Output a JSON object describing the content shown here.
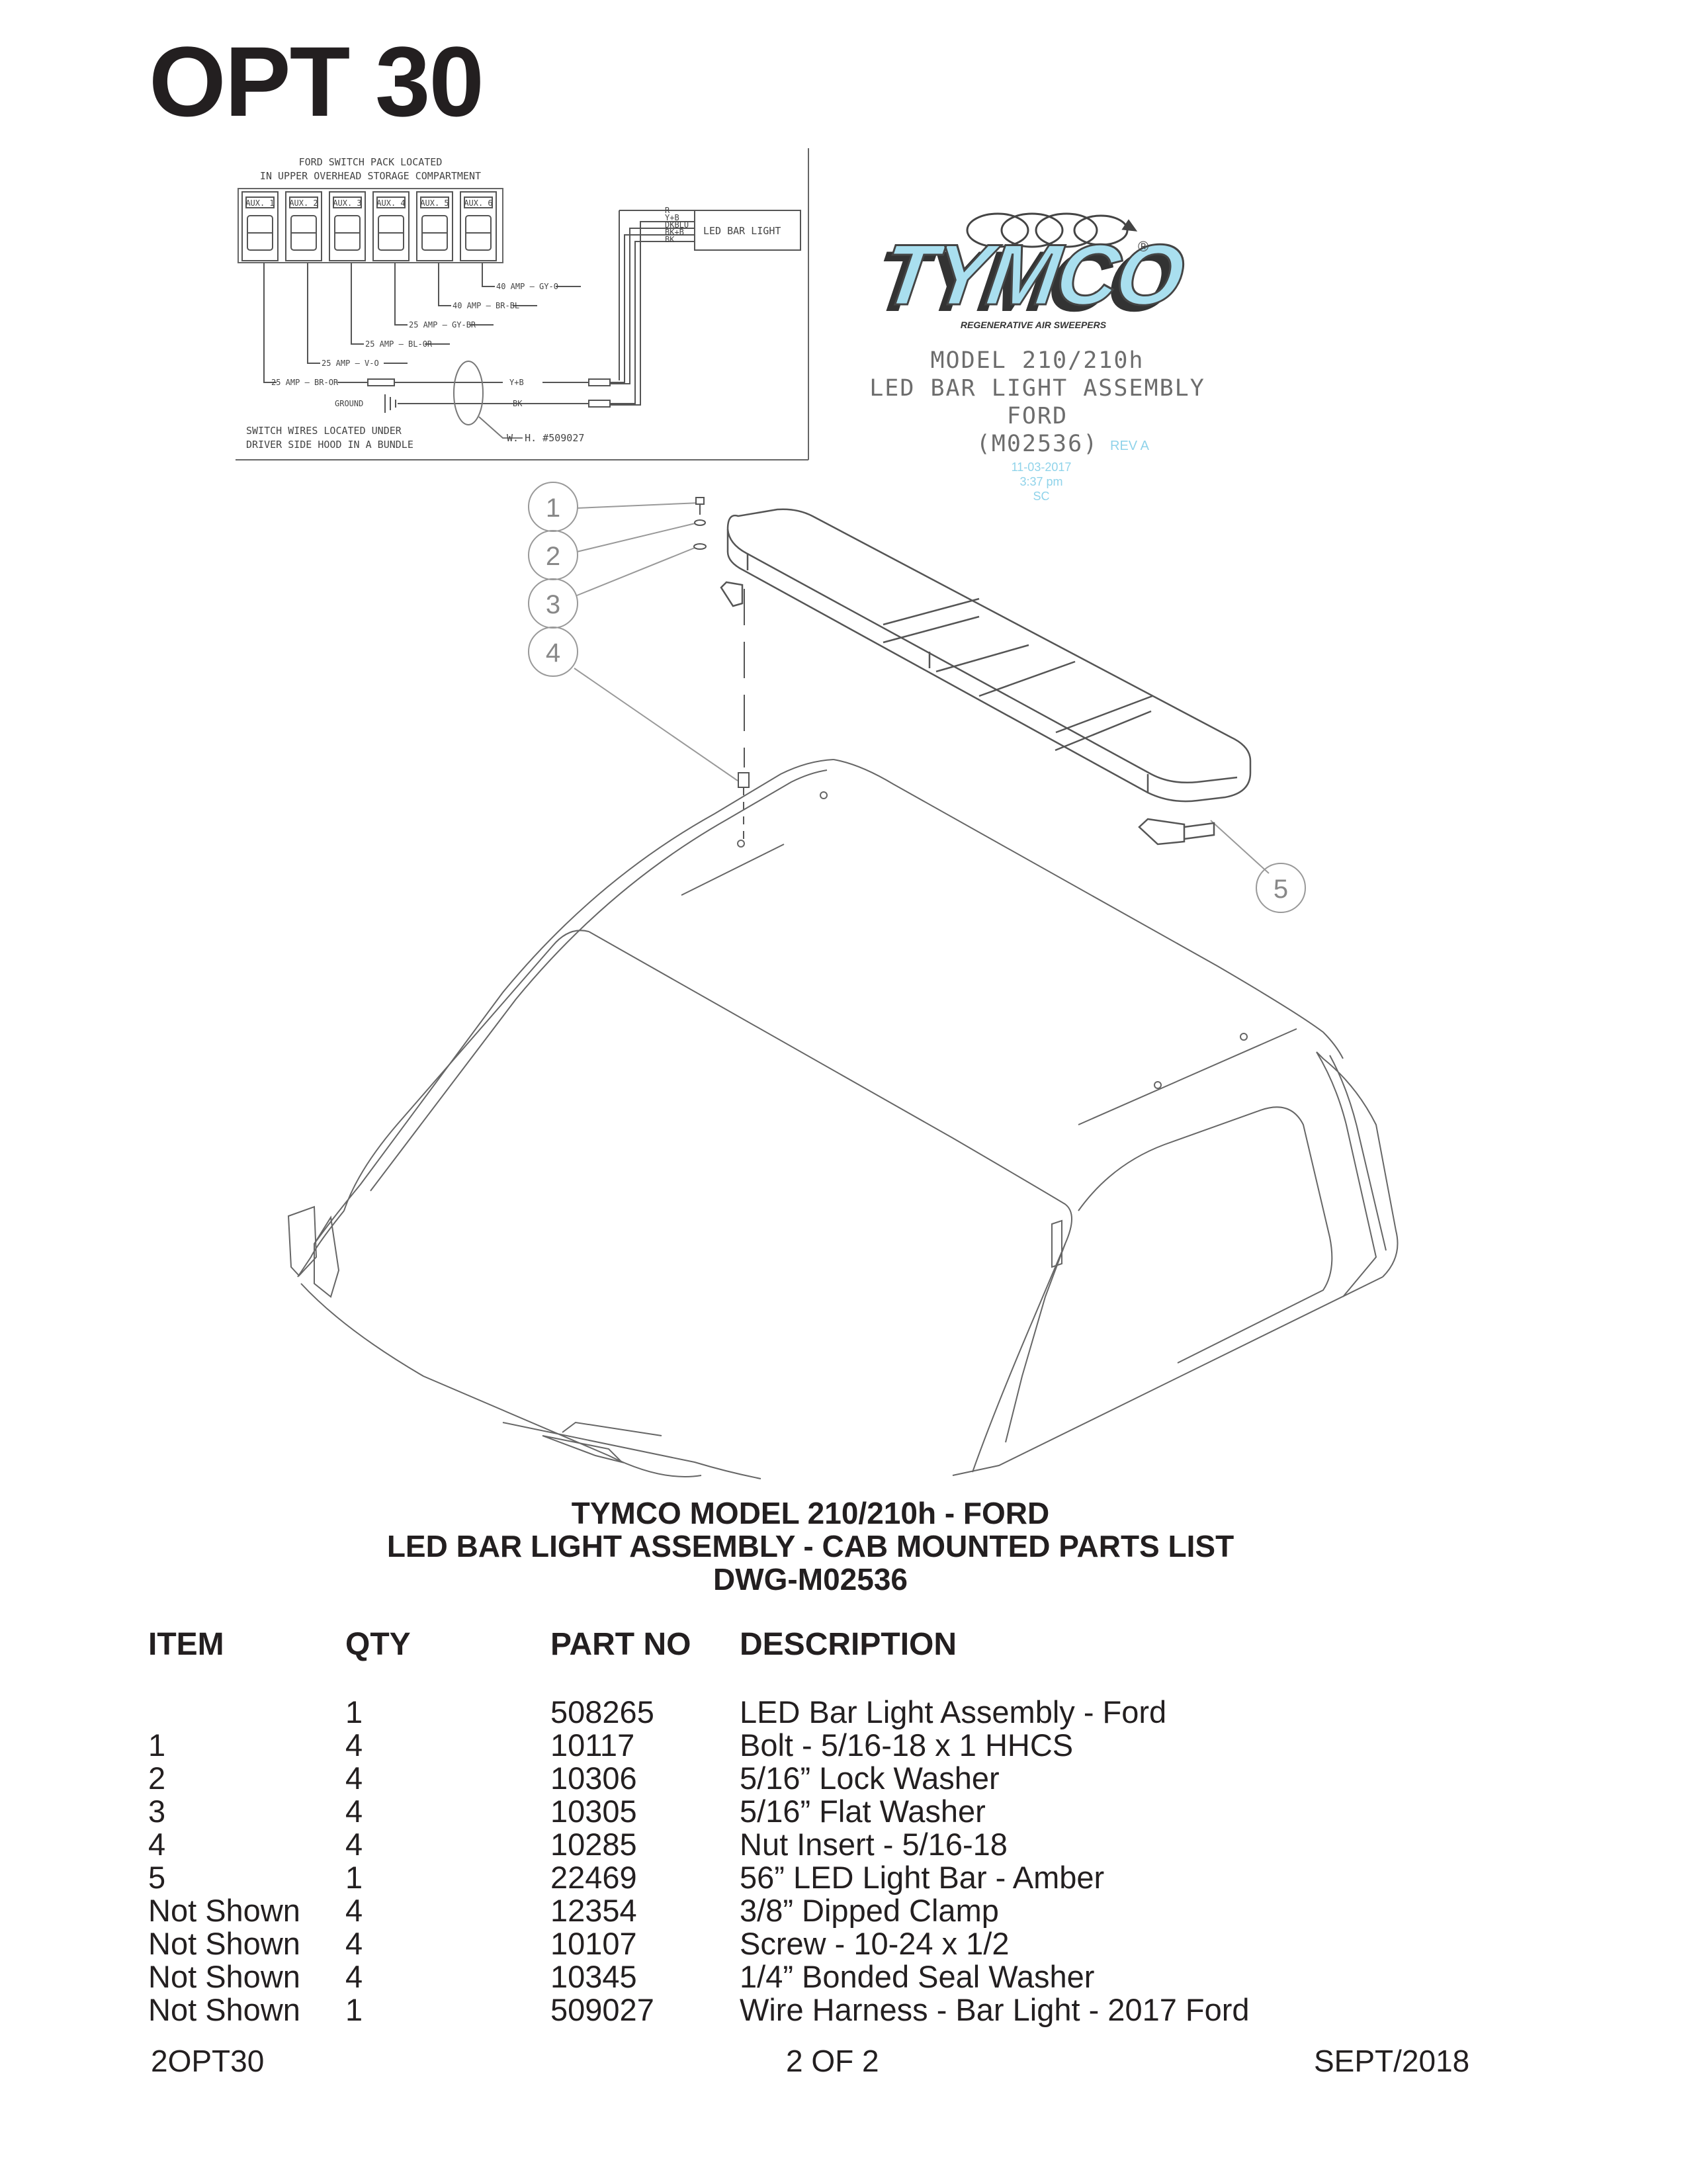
{
  "page_title": "OPT 30",
  "schematic": {
    "note_top_1": "FORD SWITCH PACK LOCATED",
    "note_top_2": "IN UPPER OVERHEAD STORAGE COMPARTMENT",
    "switches": [
      "AUX. 1",
      "AUX. 2",
      "AUX. 3",
      "AUX. 4",
      "AUX. 5",
      "AUX. 6"
    ],
    "circuits": [
      "40 AMP — GY-O",
      "40 AMP — BR-BL",
      "25 AMP — GY-BR",
      "25 AMP — BL-OR",
      "25 AMP — V-O",
      "25 AMP — BR-OR"
    ],
    "box_label": "LED BAR LIGHT",
    "wire_labels": [
      "R",
      "Y+B",
      "DKBLU",
      "BK+B",
      "BK"
    ],
    "run_labels": [
      "Y+B",
      "BK"
    ],
    "ground_label": "GROUND",
    "note_bottom_1": "SWITCH WIRES LOCATED UNDER",
    "note_bottom_2": "DRIVER SIDE HOOD IN A BUNDLE",
    "harness_label": "W. H. #509027"
  },
  "logo": {
    "brand": "TYMCO",
    "registered": "®",
    "tagline": "REGENERATIVE AIR SWEEPERS"
  },
  "model_block": {
    "line1": "MODEL 210/210h",
    "line2": "LED BAR LIGHT ASSEMBLY",
    "line3": "FORD",
    "line4": "(M02536)",
    "rev": "REV A",
    "date": "11-03-2017",
    "time": "3:37 pm",
    "initials": "SC"
  },
  "callouts": [
    "1",
    "2",
    "3",
    "4",
    "5"
  ],
  "heading": {
    "line1": "TYMCO MODEL 210/210h - FORD",
    "line2": "LED BAR LIGHT ASSEMBLY - CAB MOUNTED PARTS LIST",
    "line3": "DWG-M02536"
  },
  "table": {
    "columns": [
      "ITEM",
      "QTY",
      "PART NO",
      "DESCRIPTION"
    ],
    "rows": [
      {
        "item": "",
        "qty": "1",
        "part": "508265",
        "desc": "LED Bar Light Assembly - Ford"
      },
      {
        "item": "1",
        "qty": "4",
        "part": "10117",
        "desc": "Bolt - 5/16-18 x 1 HHCS"
      },
      {
        "item": "2",
        "qty": "4",
        "part": "10306",
        "desc": "5/16” Lock Washer"
      },
      {
        "item": "3",
        "qty": "4",
        "part": "10305",
        "desc": "5/16” Flat Washer"
      },
      {
        "item": "4",
        "qty": "4",
        "part": "10285",
        "desc": "Nut Insert - 5/16-18"
      },
      {
        "item": "5",
        "qty": "1",
        "part": "22469",
        "desc": "56” LED Light Bar - Amber"
      },
      {
        "item": "Not Shown",
        "qty": "4",
        "part": "12354",
        "desc": "3/8” Dipped Clamp"
      },
      {
        "item": "Not Shown",
        "qty": "4",
        "part": "10107",
        "desc": "Screw - 10-24 x 1/2"
      },
      {
        "item": "Not Shown",
        "qty": "4",
        "part": "10345",
        "desc": "1/4” Bonded Seal Washer"
      },
      {
        "item": "Not Shown",
        "qty": "1",
        "part": "509027",
        "desc": "Wire Harness - Bar Light - 2017 Ford"
      }
    ]
  },
  "footer": {
    "left": "2OPT30",
    "center": "2 OF 2",
    "right": "SEPT/2018"
  },
  "colors": {
    "ink": "#231f20",
    "logo_blue": "#a9dfef",
    "stamp_blue": "#8fd3ea",
    "line_gray": "#555555"
  }
}
